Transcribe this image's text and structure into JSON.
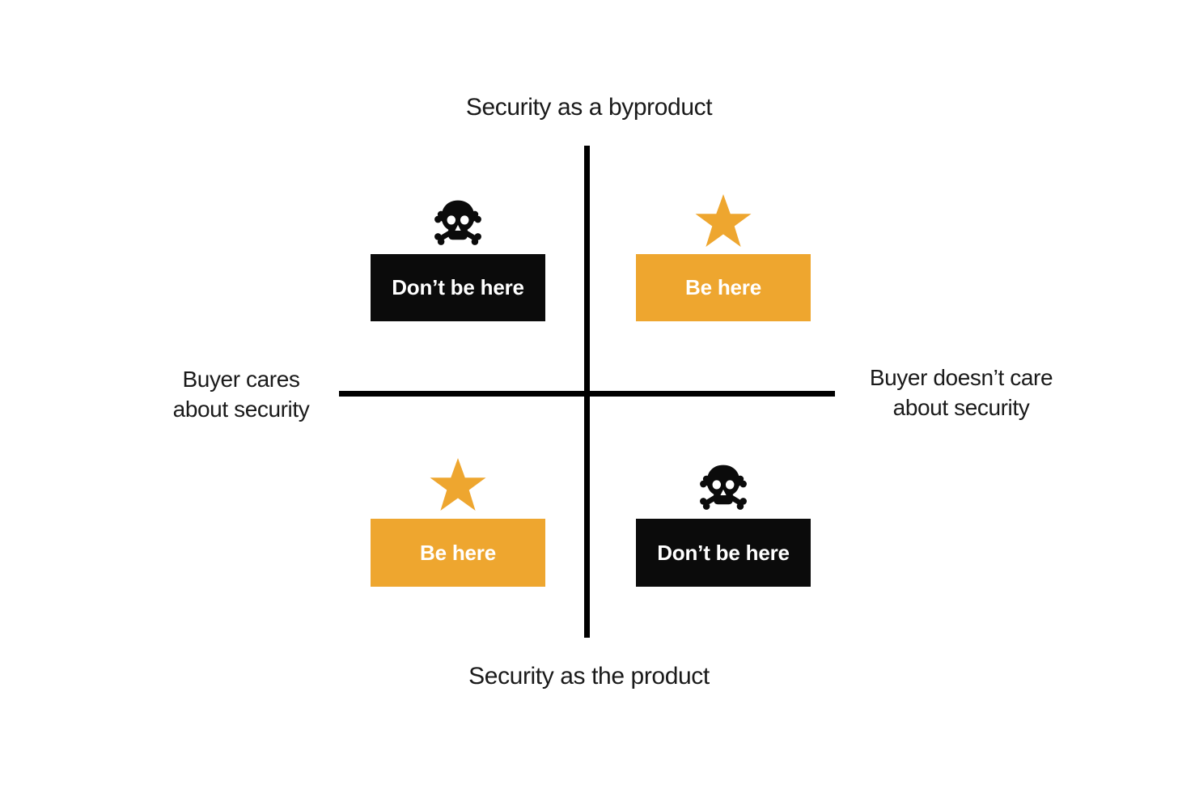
{
  "diagram": {
    "title": "Security buyer 2x2 matrix",
    "colors": {
      "accent_orange": "#EEA62F",
      "box_black": "#0B0B0B",
      "axis_black": "#000000",
      "text_dark": "#1A1A1A"
    },
    "axes": {
      "top_label": "Security as a byproduct",
      "bottom_label": "Security as the product",
      "left_label_line1": "Buyer cares",
      "left_label_line2": "about security",
      "right_label_line1": "Buyer doesn’t care",
      "right_label_line2": "about security"
    },
    "quadrants": [
      {
        "position": "top-left",
        "icon": "skull-crossbones-icon",
        "label": "Don’t be here",
        "style": "black"
      },
      {
        "position": "top-right",
        "icon": "star-icon",
        "label": "Be here",
        "style": "orange"
      },
      {
        "position": "bottom-left",
        "icon": "star-icon",
        "label": "Be here",
        "style": "orange"
      },
      {
        "position": "bottom-right",
        "icon": "skull-crossbones-icon",
        "label": "Don’t be here",
        "style": "black"
      }
    ]
  }
}
